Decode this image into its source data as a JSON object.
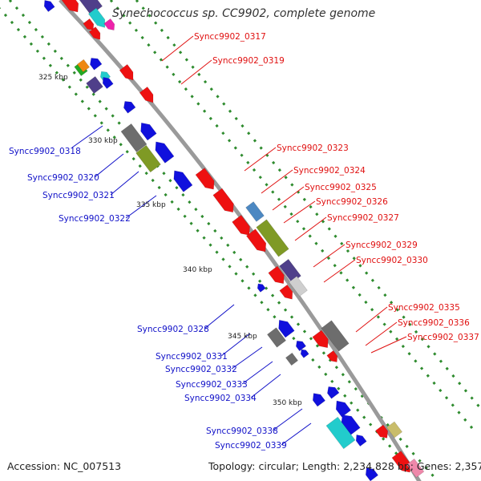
{
  "title": "Synechococcus sp. CC9902, complete genome",
  "footer": {
    "accession": "Accession: NC_007513",
    "summary": "Topology: circular; Length: 2,234,828 bp; Genes: 2,357"
  },
  "kbp_ticks": [
    "325 kbp",
    "330 kbp",
    "335 kbp",
    "340 kbp",
    "345 kbp",
    "350 kbp"
  ],
  "forward_labels": [
    "Syncc9902_0317",
    "Syncc9902_0319",
    "Syncc9902_0323",
    "Syncc9902_0324",
    "Syncc9902_0325",
    "Syncc9902_0326",
    "Syncc9902_0327",
    "Syncc9902_0329",
    "Syncc9902_0330",
    "Syncc9902_0335",
    "Syncc9902_0336",
    "Syncc9902_0337"
  ],
  "reverse_labels": [
    "Syncc9902_0318",
    "Syncc9902_0320",
    "Syncc9902_0321",
    "Syncc9902_0322",
    "Syncc9902_0328",
    "Syncc9902_0331",
    "Syncc9902_0332",
    "Syncc9902_0333",
    "Syncc9902_0334",
    "Syncc9902_0338",
    "Syncc9902_0339"
  ],
  "colors": {
    "forward_gene": "#ee1111",
    "reverse_gene": "#1010dd",
    "backbone": "#9a9a9a",
    "dotted_track": "#2e8b2e",
    "olive": "#7f9a25",
    "grey": "#6d6d6d",
    "purple": "#4f3f8a",
    "steelblue": "#4c88c2",
    "cyan": "#22cccc",
    "magenta": "#ee22aa",
    "khaki": "#c9bd6a"
  }
}
